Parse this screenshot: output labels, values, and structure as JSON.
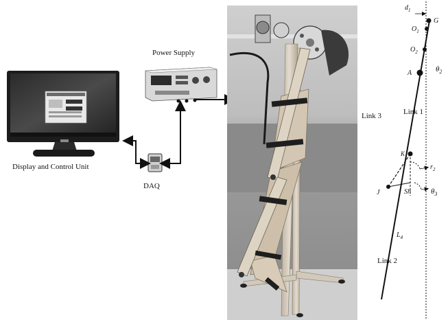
{
  "figure": {
    "components": {
      "display_label": "Display and Control Unit",
      "power_supply_label": "Power Supply",
      "daq_label": "DAQ"
    },
    "schematic": {
      "link_labels": {
        "link1": "Link 1",
        "link2": "Link 2",
        "link3": "Link 3"
      },
      "points": {
        "d1": "d",
        "d1_sub": "1",
        "G": "G",
        "O1": "O",
        "O1_sub": "1",
        "O2": "O",
        "O2_sub": "2",
        "A": "A",
        "theta2": "θ",
        "theta2_sub": "2",
        "K": "K",
        "r2": "r",
        "r2_sub": "2",
        "J": "J",
        "Sh": "Sh",
        "theta3": "θ",
        "theta3_sub": "3",
        "L4": "L",
        "L4_sub": "4"
      }
    },
    "colors": {
      "ink": "#111111",
      "photo_background": "#9a9a9a",
      "frame_wood": "#cfc6b8",
      "monitor_body": "#1c1c1c"
    },
    "icons": [
      "monitor-icon",
      "power-supply-icon",
      "daq-icon",
      "exoskeleton-photo"
    ]
  }
}
